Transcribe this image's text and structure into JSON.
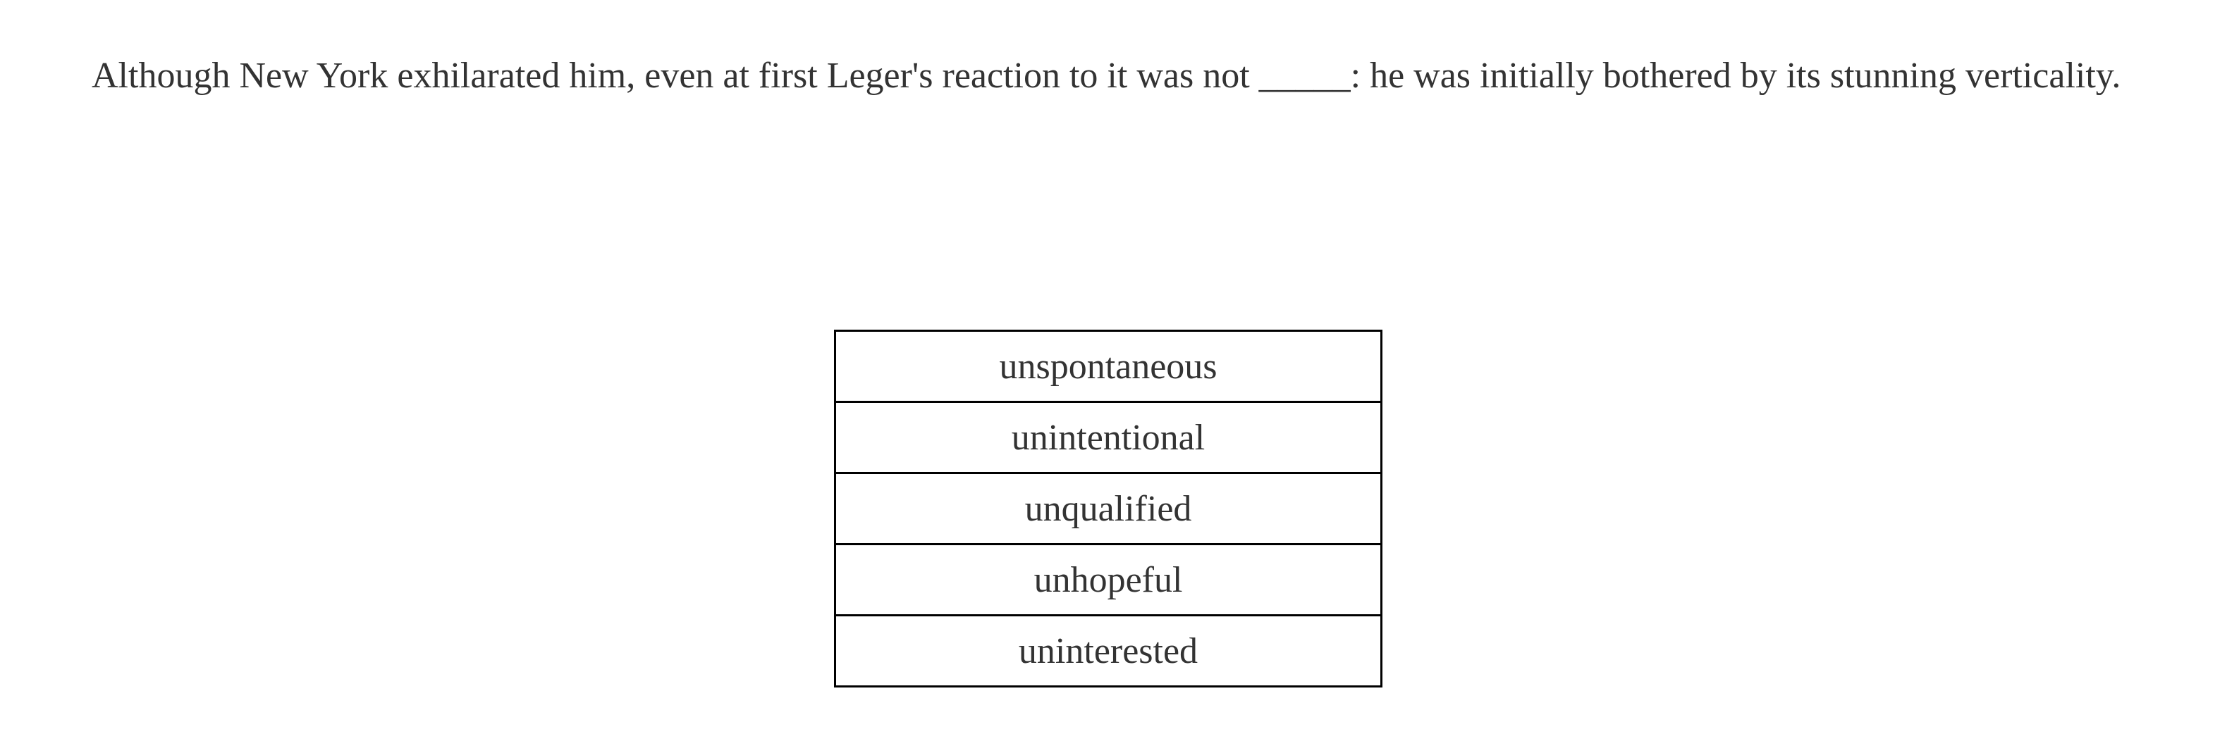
{
  "question": {
    "text": "Although New York exhilarated him, even at first Leger's reaction to it was not _____: he was initially bothered by its stunning verticality."
  },
  "choices": [
    {
      "label": "unspontaneous"
    },
    {
      "label": "unintentional"
    },
    {
      "label": "unqualified"
    },
    {
      "label": "unhopeful"
    },
    {
      "label": "uninterested"
    }
  ]
}
